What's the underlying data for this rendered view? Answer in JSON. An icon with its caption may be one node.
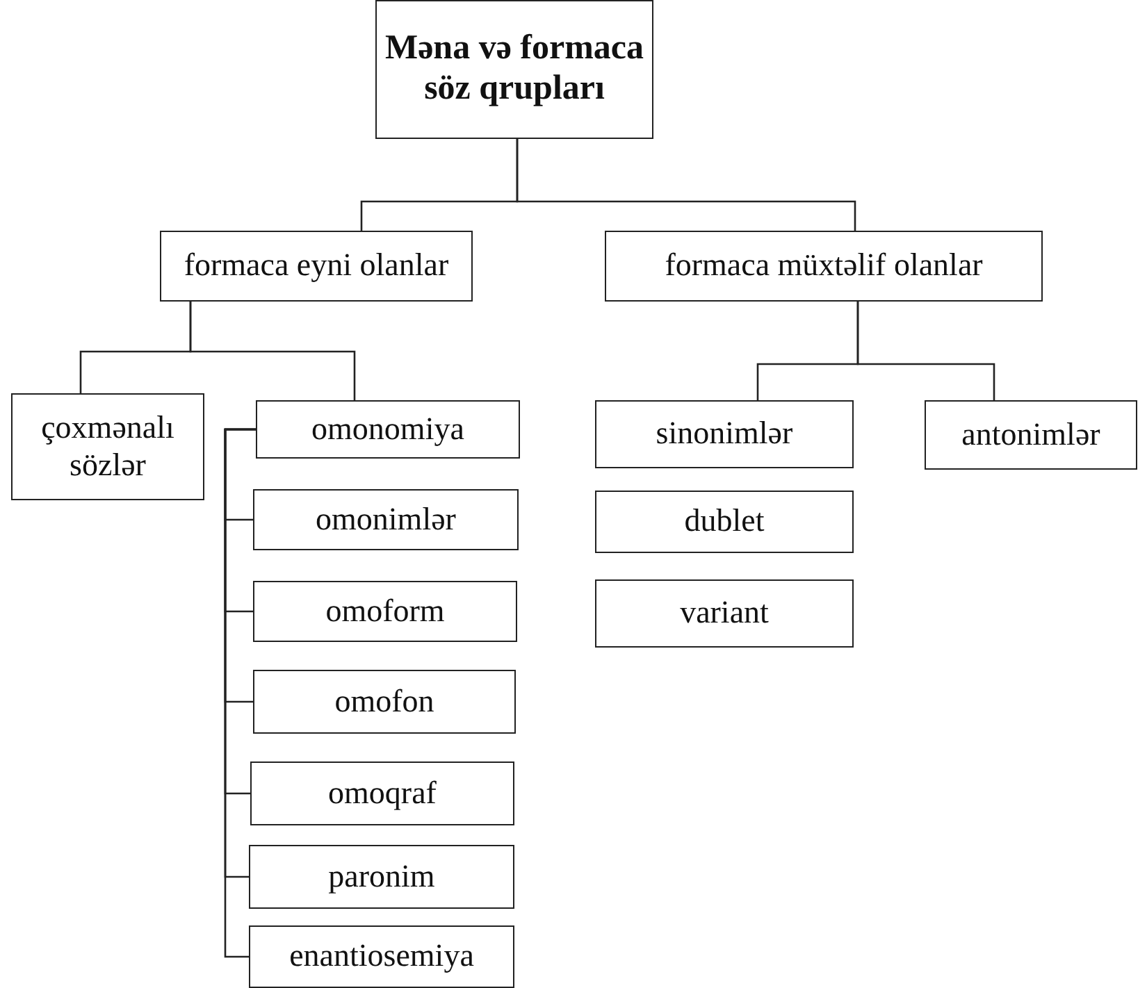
{
  "diagram": {
    "nodes": [
      {
        "text": [
          "Məna və formaca söz qrupları"
        ]
      },
      {
        "text": [
          "formaca eyni olanlar"
        ]
      },
      {
        "text": [
          "formaca müxtəlif olanlar"
        ]
      },
      {
        "text": [
          "çoxmənalı sözlər"
        ]
      },
      {
        "text": [
          "omonomiya"
        ]
      },
      {
        "text": [
          "omonimlər"
        ]
      },
      {
        "text": [
          "omoform"
        ]
      },
      {
        "text": [
          "omofon"
        ]
      },
      {
        "text": [
          "omoqraf"
        ]
      },
      {
        "text": [
          "paronim"
        ]
      },
      {
        "text": [
          "enantiosemiya"
        ]
      },
      {
        "text": [
          "sinonimlər"
        ]
      },
      {
        "text": [
          "dublet"
        ]
      },
      {
        "text": [
          "variant"
        ]
      },
      {
        "text": [
          "antonimlər"
        ]
      }
    ],
    "edges": [
      {
        "from": 0,
        "to": 1,
        "arrow": "none"
      },
      {
        "from": 0,
        "to": 2,
        "arrow": "none"
      },
      {
        "from": 1,
        "to": 3,
        "arrow": "none"
      },
      {
        "from": 1,
        "to": 4,
        "arrow": "none"
      },
      {
        "from": 4,
        "to": 5,
        "arrow": "none"
      },
      {
        "from": 4,
        "to": 6,
        "arrow": "none"
      },
      {
        "from": 4,
        "to": 7,
        "arrow": "none"
      },
      {
        "from": 4,
        "to": 8,
        "arrow": "none"
      },
      {
        "from": 4,
        "to": 9,
        "arrow": "none"
      },
      {
        "from": 4,
        "to": 10,
        "arrow": "none"
      },
      {
        "from": 2,
        "to": 11,
        "arrow": "none"
      },
      {
        "from": 2,
        "to": 14,
        "arrow": "none"
      }
    ]
  }
}
